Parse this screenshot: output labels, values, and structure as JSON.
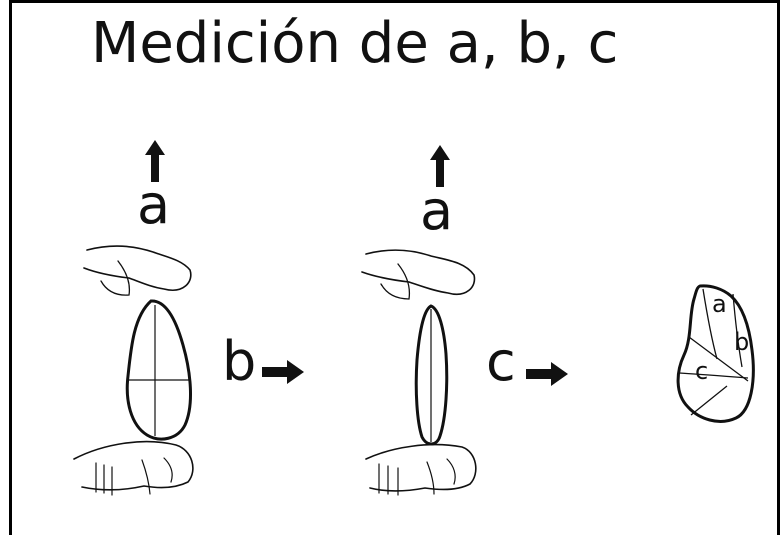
{
  "title": "Medición de a, b, c",
  "labels": {
    "a": "a",
    "b": "b",
    "c": "c"
  },
  "stone_labels": {
    "a": "a",
    "b": "b",
    "c": "c"
  },
  "colors": {
    "line": "#111111",
    "background": "#ffffff"
  },
  "icons": [
    "hand-icon",
    "stone-icon",
    "arrow-up-icon",
    "arrow-right-icon"
  ]
}
